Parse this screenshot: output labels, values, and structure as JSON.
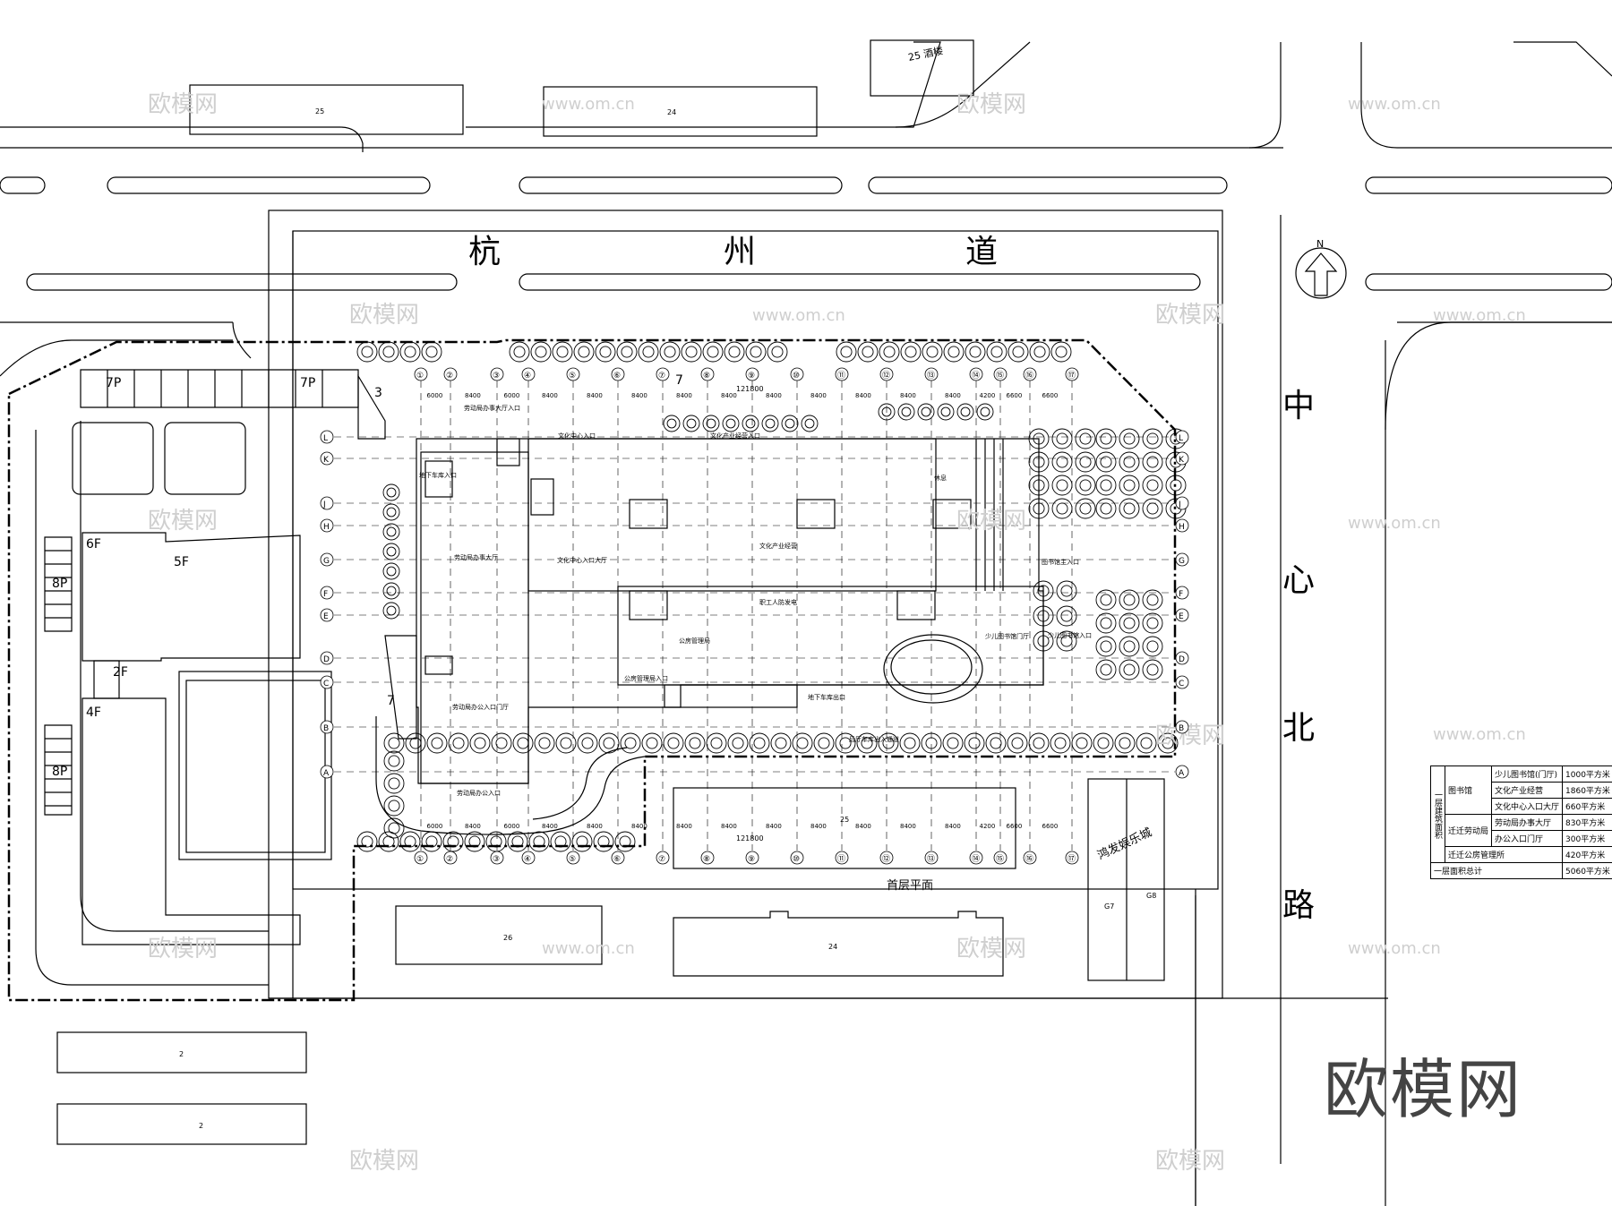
{
  "street_north": [
    "杭",
    "州",
    "道"
  ],
  "street_east": [
    "中",
    "心",
    "北",
    "路"
  ],
  "title": "首层平面",
  "north_arrow": "N",
  "hotel": "25 酒楼",
  "entertainment": "鸿发娱乐城",
  "watermark_logo": "欧模网",
  "watermark_url": "www.om.cn",
  "parking": {
    "p7a": "7P",
    "p7b": "7P",
    "p8a": "8P",
    "p8b": "8P"
  },
  "floors": {
    "f6": "6F",
    "f5": "5F",
    "f2": "2F",
    "f4": "4F"
  },
  "stairs": {
    "s3": "3",
    "s7a": "7",
    "s7b": "7"
  },
  "building_numbers": {
    "b25a": "25",
    "b24a": "24",
    "b25b": "25",
    "b24b": "24",
    "b2a": "2",
    "b2b": "2",
    "b26": "26",
    "g7": "G7",
    "g8": "G8"
  },
  "total_dim": "121800",
  "axes_top": [
    "①",
    "②",
    "③",
    "④",
    "⑤",
    "⑥",
    "⑦",
    "⑧",
    "⑨",
    "⑩",
    "⑪",
    "⑫",
    "⑬",
    "⑭",
    "⑮",
    "⑯",
    "⑰"
  ],
  "dims_top": [
    "6000",
    "8400",
    "6000",
    "8400",
    "8400",
    "8400",
    "8400",
    "8400",
    "8400",
    "8400",
    "8400",
    "8400",
    "8400",
    "4200",
    "6600",
    "6600"
  ],
  "axes_side": [
    "L",
    "K",
    "J",
    "H",
    "G",
    "F",
    "E",
    "D",
    "C",
    "B",
    "A"
  ],
  "rooms": {
    "labor_entry": "劳动局办事大厅入口",
    "culture_entry": "文化中心入口",
    "industry_entry": "文化产业经营入口",
    "labor_hall": "劳动局办事大厅",
    "culture_hall": "文化中心入口大厅",
    "industry": "文化产业经营",
    "library_main": "图书馆主入口",
    "kids_lib_entry": "少儿图书馆入口",
    "kids_lib_hall": "少儿图书馆门厅",
    "public_housing": "公房管理局",
    "public_entry": "公房管理局入口",
    "labor_office": "劳动局办公入口门厅",
    "labor_office_entry": "劳动局办公入口",
    "parking_entry": "地下车库入口",
    "underground_exit": "地下车库出口",
    "staff": "职工人防发电",
    "lobby": "休息",
    "shops": "后厅车库出入通道"
  },
  "area_table": {
    "side_label": "一层建筑面积",
    "rows": [
      {
        "group": "图书馆",
        "item": "少儿图书馆(门厅)",
        "area": "1000平方米"
      },
      {
        "group": "",
        "item": "文化产业经营",
        "area": "1860平方米"
      },
      {
        "group": "",
        "item": "文化中心入口大厅",
        "area": "660平方米"
      },
      {
        "group": "迁迁劳动局",
        "item": "劳动局办事大厅",
        "area": "830平方米"
      },
      {
        "group": "",
        "item": "办公入口门厅",
        "area": "300平方米"
      },
      {
        "group": "迁迁公房管理所",
        "item": "",
        "area": "420平方米"
      },
      {
        "group": "一层面积总计",
        "item": "",
        "area": "5060平方米"
      }
    ]
  }
}
